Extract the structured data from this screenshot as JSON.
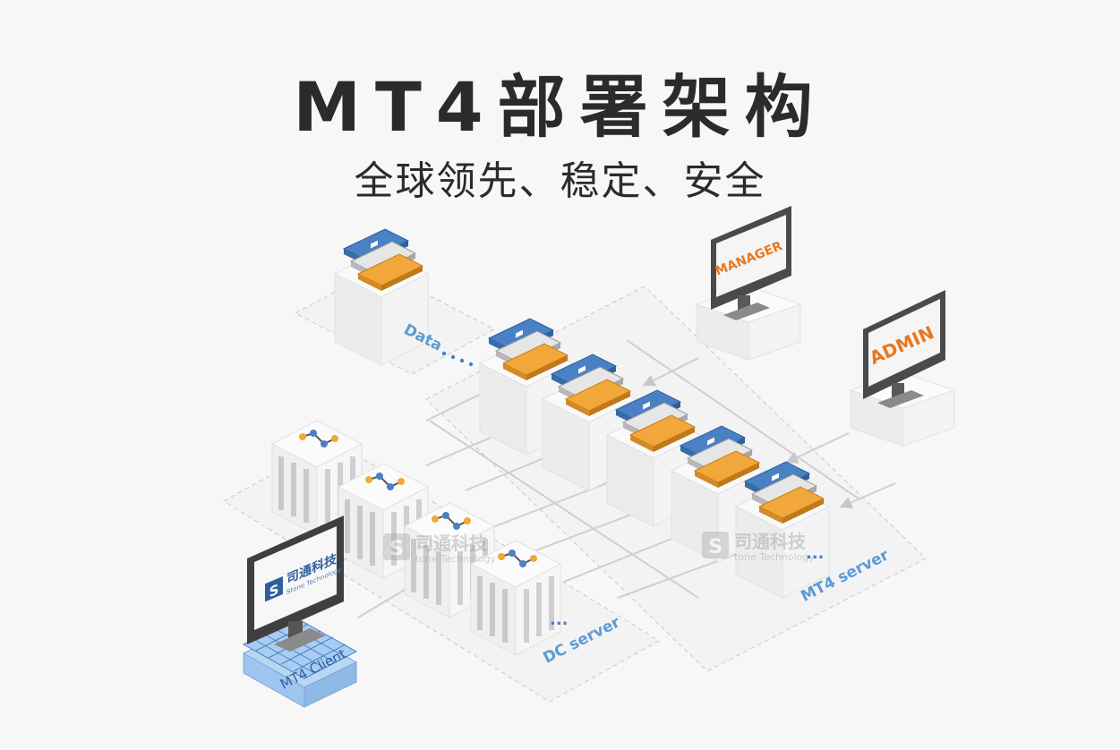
{
  "header": {
    "title": "MT4部署架构",
    "subtitle": "全球领先、稳定、安全"
  },
  "labels": {
    "data": "Data",
    "mt4_server": "MT4 server",
    "dc_server": "DC server",
    "mt4_client": "MT4 Client",
    "manager": "MANAGER",
    "admin": "ADMIN",
    "ellipsis": "..."
  },
  "watermark": {
    "letter": "S",
    "name": "司通科技",
    "english": "tone Technology"
  },
  "client_screen": {
    "letter": "S",
    "name": "司通科技",
    "english": "Stone Technology"
  },
  "colors": {
    "blue_unit": "#4a80c4",
    "grey_unit": "#dcdcdc",
    "orange_unit": "#f2a73b",
    "label_blue": "#5b9bd5",
    "monitor_text": "#e87820",
    "client_base": "#9ec5ee"
  }
}
